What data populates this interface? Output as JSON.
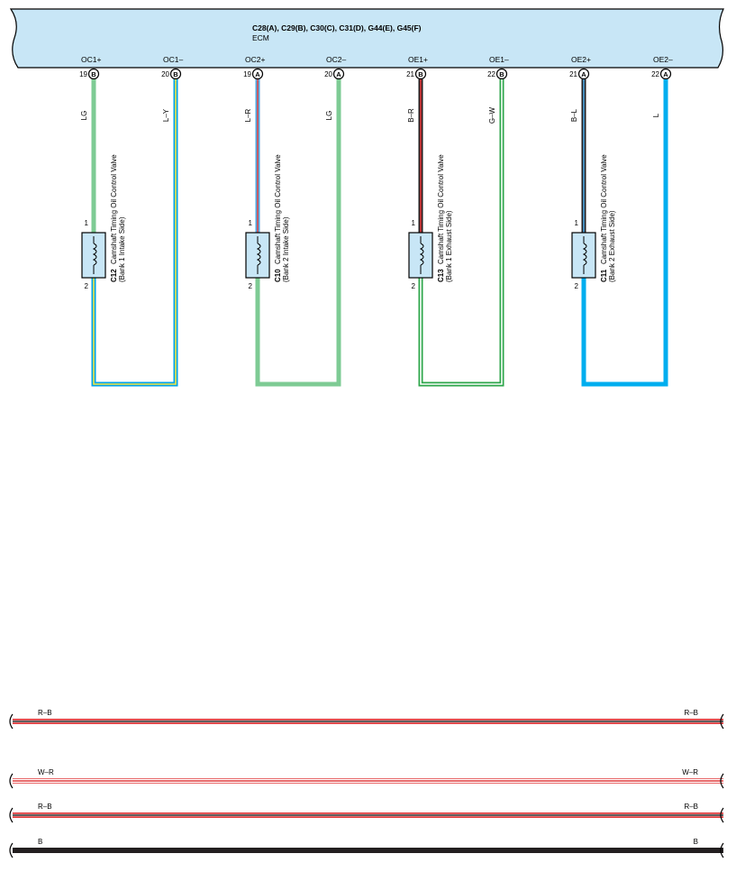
{
  "ecm": {
    "connectors_title": "C28(A), C29(B), C30(C), C31(D), G44(E), G45(F)",
    "name": "ECM",
    "fill": "#c8e6f6",
    "terminals": [
      {
        "name": "OC1+",
        "pin": "19",
        "conn": "B"
      },
      {
        "name": "OC1–",
        "pin": "20",
        "conn": "B"
      },
      {
        "name": "OC2+",
        "pin": "19",
        "conn": "A"
      },
      {
        "name": "OC2–",
        "pin": "20",
        "conn": "A"
      },
      {
        "name": "OE1+",
        "pin": "21",
        "conn": "B"
      },
      {
        "name": "OE1–",
        "pin": "22",
        "conn": "B"
      },
      {
        "name": "OE2+",
        "pin": "21",
        "conn": "A"
      },
      {
        "name": "OE2–",
        "pin": "22",
        "conn": "A"
      }
    ]
  },
  "wires": [
    {
      "label": "LG",
      "base": "#7ecb94",
      "stripe": null
    },
    {
      "label": "L–Y",
      "base": "#00a3e8",
      "stripe": "#f5e642"
    },
    {
      "label": "L–R",
      "base": "#4fa9e3",
      "stripe": "#e04a4a"
    },
    {
      "label": "LG",
      "base": "#7ecb94",
      "stripe": null
    },
    {
      "label": "B–R",
      "base": "#231f20",
      "stripe": "#e0383a"
    },
    {
      "label": "G–W",
      "base": "#2ca64a",
      "stripe": "#ffffff"
    },
    {
      "label": "B–L",
      "base": "#231f20",
      "stripe": "#4fa9e3"
    },
    {
      "label": "L",
      "base": "#00aeef",
      "stripe": null
    }
  ],
  "valves": [
    {
      "id": "C12",
      "line1": "Camshaft Timing Oil Control Valve",
      "line2": "(Bank 1 Intake Side)",
      "pin_top": "1",
      "pin_bottom": "2"
    },
    {
      "id": "C10",
      "line1": "Camshaft Timing Oil Control Valve",
      "line2": "(Bank 2 Intake Side)",
      "pin_top": "1",
      "pin_bottom": "2"
    },
    {
      "id": "C13",
      "line1": "Camshaft Timing Oil Control Valve",
      "line2": "(Bank 1 Exhaust Side)",
      "pin_top": "1",
      "pin_bottom": "2"
    },
    {
      "id": "C11",
      "line1": "Camshaft Timing Oil Control Valve",
      "line2": "(Bank 2 Exhaust Side)",
      "pin_top": "1",
      "pin_bottom": "2"
    }
  ],
  "bottom_wires": [
    {
      "label": "R–B",
      "base": "#e0383a",
      "stripe": "#000000"
    },
    {
      "label": "W–R",
      "base": "#ffffff",
      "stripe": "#e0383a"
    },
    {
      "label": "R–B",
      "base": "#e0383a",
      "stripe": "#000000"
    },
    {
      "label": "B",
      "base": "#231f20",
      "stripe": null
    }
  ]
}
